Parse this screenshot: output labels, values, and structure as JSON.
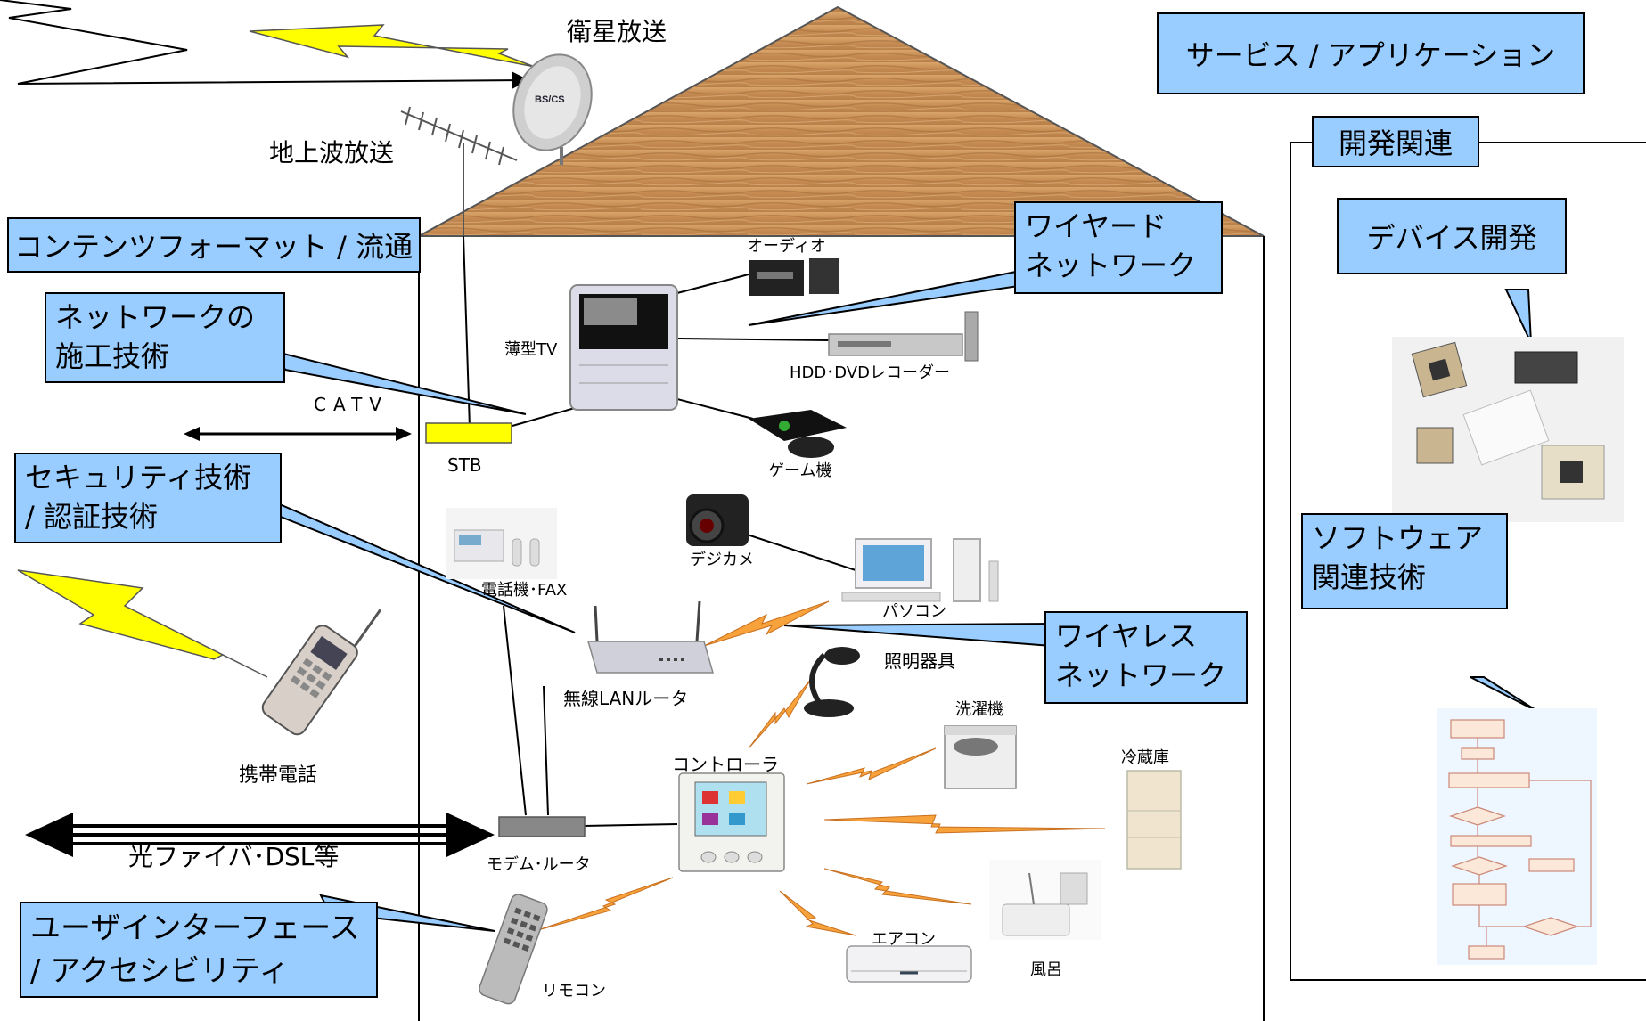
{
  "services_box": "サービス / アプリケーション",
  "dev_section": {
    "title": "開発関連",
    "device_dev": "デバイス開発",
    "software": [
      "ソフトウェア",
      "関連技術"
    ]
  },
  "callouts": {
    "content_format": "コンテンツフォーマット / 流通",
    "network_construction": [
      "ネットワークの",
      "施工技術"
    ],
    "security": [
      "セキュリティ技術",
      "/ 認証技術"
    ],
    "user_interface": [
      "ユーザインターフェース",
      "/ アクセシビリティ"
    ],
    "wired_network": [
      "ワイヤード",
      "ネットワーク"
    ],
    "wireless_network": [
      "ワイヤレス",
      "ネットワーク"
    ]
  },
  "labels": {
    "satellite": "衛星放送",
    "terrestrial": "地上波放送",
    "catv": "CATV",
    "stb": "STB",
    "mobile_phone": "携帯電話",
    "fiber": "光ファイバ･DSL等",
    "audio": "オーディオ",
    "flat_tv": "薄型TV",
    "hdd_dvd": "HDD･DVDレコーダー",
    "game": "ゲーム機",
    "camera": "デジカメ",
    "pc": "パソコン",
    "phone_fax": "電話機･FAX",
    "wireless_router": "無線LANルータ",
    "lighting": "照明器具",
    "washer": "洗濯機",
    "fridge": "冷蔵庫",
    "controller": "コントローラ",
    "modem": "モデム･ルータ",
    "remote": "リモコン",
    "aircon": "エアコン",
    "bath": "風呂"
  },
  "colors": {
    "callout_fill": "#99ccff",
    "bolt_yellow": "#ffff00",
    "bolt_orange": "#f7a23b",
    "roof": "#c9935a",
    "stb_yellow": "#ffff00"
  }
}
